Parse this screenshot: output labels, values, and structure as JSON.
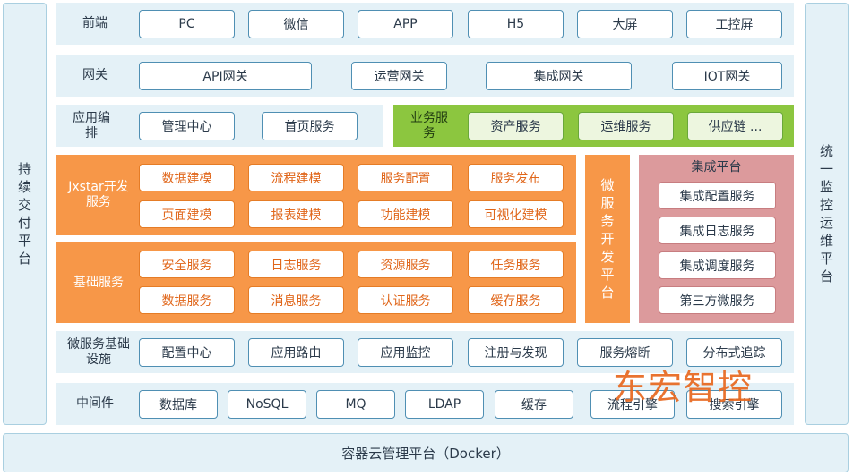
{
  "left_side": {
    "label": "持续交付平台"
  },
  "right_side": {
    "label": "统一监控运维平台"
  },
  "bottom_bar": {
    "label": "容器云管理平台（Docker）"
  },
  "frontend": {
    "label": "前端",
    "items": [
      "PC",
      "微信",
      "APP",
      "H5",
      "大屏",
      "工控屏"
    ]
  },
  "gateway": {
    "label": "网关",
    "items": [
      "API网关",
      "运营网关",
      "集成网关",
      "IOT网关"
    ]
  },
  "app_orchestration": {
    "label": "应用编排",
    "items": [
      "管理中心",
      "首页服务"
    ]
  },
  "business": {
    "label": "业务服务",
    "items": [
      "资产服务",
      "运维服务",
      "供应链 ..."
    ]
  },
  "jxstar": {
    "label": "Jxstar开发服务",
    "items": [
      "数据建模",
      "流程建模",
      "服务配置",
      "服务发布",
      "页面建模",
      "报表建模",
      "功能建模",
      "可视化建模"
    ]
  },
  "basic_services": {
    "label": "基础服务",
    "items": [
      "安全服务",
      "日志服务",
      "资源服务",
      "任务服务",
      "数据服务",
      "消息服务",
      "认证服务",
      "缓存服务"
    ]
  },
  "microservice_dev": {
    "label": "微服务开发平台"
  },
  "integration": {
    "title": "集成平台",
    "items": [
      "集成配置服务",
      "集成日志服务",
      "集成调度服务",
      "第三方微服务"
    ]
  },
  "infra": {
    "label": "微服务基础设施",
    "items": [
      "配置中心",
      "应用路由",
      "应用监控",
      "注册与发现",
      "服务熔断",
      "分布式追踪"
    ]
  },
  "middleware": {
    "label": "中间件",
    "items": [
      "数据库",
      "NoSQL",
      "MQ",
      "LDAP",
      "缓存",
      "流程引擎",
      "搜索引擎"
    ]
  },
  "watermark": {
    "text": "东宏智控"
  },
  "colors": {
    "light_blue": "#e4f1f7",
    "orange": "#f79748",
    "green": "#8cc63f",
    "pink": "#dc9a9c",
    "border_blue": "#4f8fb3"
  }
}
